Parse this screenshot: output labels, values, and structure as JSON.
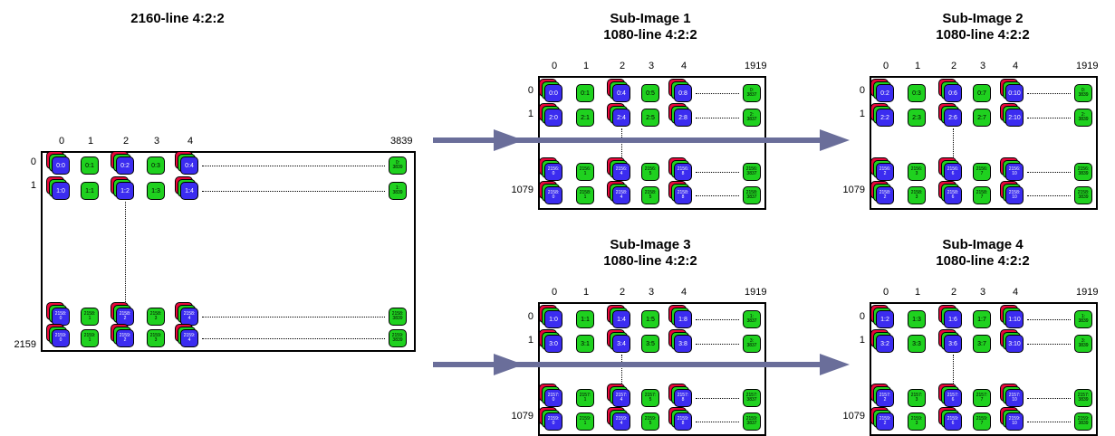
{
  "titles": {
    "main": "2160-line 4:2:2",
    "sub1": "Sub-Image 1\n1080-line 4:2:2",
    "sub2": "Sub-Image 2\n1080-line 4:2:2",
    "sub3": "Sub-Image 3\n1080-line 4:2:2",
    "sub4": "Sub-Image 4\n1080-line 4:2:2"
  },
  "main_grid": {
    "col_labels": [
      "0",
      "1",
      "2",
      "3",
      "4",
      "3839"
    ],
    "row_labels": [
      "0",
      "1",
      "2159"
    ],
    "rows": [
      [
        "0:0",
        "0:1",
        "0:2",
        "0:3",
        "0:4",
        "0:\n3839"
      ],
      [
        "1:0",
        "1:1",
        "1:2",
        "1:3",
        "1:4",
        "1:\n3839"
      ],
      [
        "2158:\n0",
        "2158:\n1",
        "2158:\n2",
        "2158:\n3",
        "2158:\n4",
        "2158:\n3839"
      ],
      [
        "2159:\n0",
        "2159:\n1",
        "2159:\n2",
        "2159:\n3",
        "2159:\n4",
        "2159:\n3839"
      ]
    ]
  },
  "sub_grids": {
    "col_labels": [
      "0",
      "1",
      "2",
      "3",
      "4",
      "1919"
    ],
    "row_labels": [
      "0",
      "1",
      "1079"
    ],
    "sub1": [
      [
        "0:0",
        "0:1",
        "0:4",
        "0:5",
        "0:8",
        "0:\n3837"
      ],
      [
        "2:0",
        "2:1",
        "2:4",
        "2:5",
        "2:8",
        "2:\n3837"
      ],
      [
        "2156:\n0",
        "2156:\n1",
        "2156:\n4",
        "2156:\n5",
        "2156:\n8",
        "2156:\n3837"
      ],
      [
        "2158:\n0",
        "2158:\n1",
        "2158:\n4",
        "2158:\n5",
        "2158:\n8",
        "2158:\n3837"
      ]
    ],
    "sub2": [
      [
        "0:2",
        "0:3",
        "0:6",
        "0:7",
        "0:10",
        "0:\n3839"
      ],
      [
        "2:2",
        "2:3",
        "2:6",
        "2:7",
        "2:10",
        "2:\n3839"
      ],
      [
        "2156:\n2",
        "2156:\n3",
        "2156:\n6",
        "2156:\n7",
        "2156:\n10",
        "2156:\n3839"
      ],
      [
        "2158:\n2",
        "2158:\n3",
        "2158:\n6",
        "2158:\n7",
        "2158:\n10",
        "2158:\n3839"
      ]
    ],
    "sub3": [
      [
        "1:0",
        "1:1",
        "1:4",
        "1:5",
        "1:8",
        "1:\n3837"
      ],
      [
        "3:0",
        "3:1",
        "3:4",
        "3:5",
        "3:8",
        "3:\n3837"
      ],
      [
        "2157:\n0",
        "2157:\n1",
        "2157:\n4",
        "2157:\n5",
        "2157:\n8",
        "2157:\n3837"
      ],
      [
        "2159:\n0",
        "2159:\n1",
        "2159:\n4",
        "2159:\n5",
        "2159:\n8",
        "2159:\n3837"
      ]
    ],
    "sub4": [
      [
        "1:2",
        "1:3",
        "1:6",
        "1:7",
        "1:10",
        "1:\n3839"
      ],
      [
        "3:2",
        "3:3",
        "3:6",
        "3:7",
        "3:10",
        "3:\n3839"
      ],
      [
        "2157:\n2",
        "2157:\n3",
        "2157:\n6",
        "2157:\n7",
        "2157:\n10",
        "2157:\n3839"
      ],
      [
        "2159:\n2",
        "2159:\n3",
        "2159:\n6",
        "2159:\n7",
        "2159:\n10",
        "2159:\n3839"
      ]
    ]
  },
  "colors": {
    "red": "#e8083a",
    "green": "#1fd11f",
    "blue": "#3b2cf0",
    "arrow": "#6a6e9a"
  }
}
